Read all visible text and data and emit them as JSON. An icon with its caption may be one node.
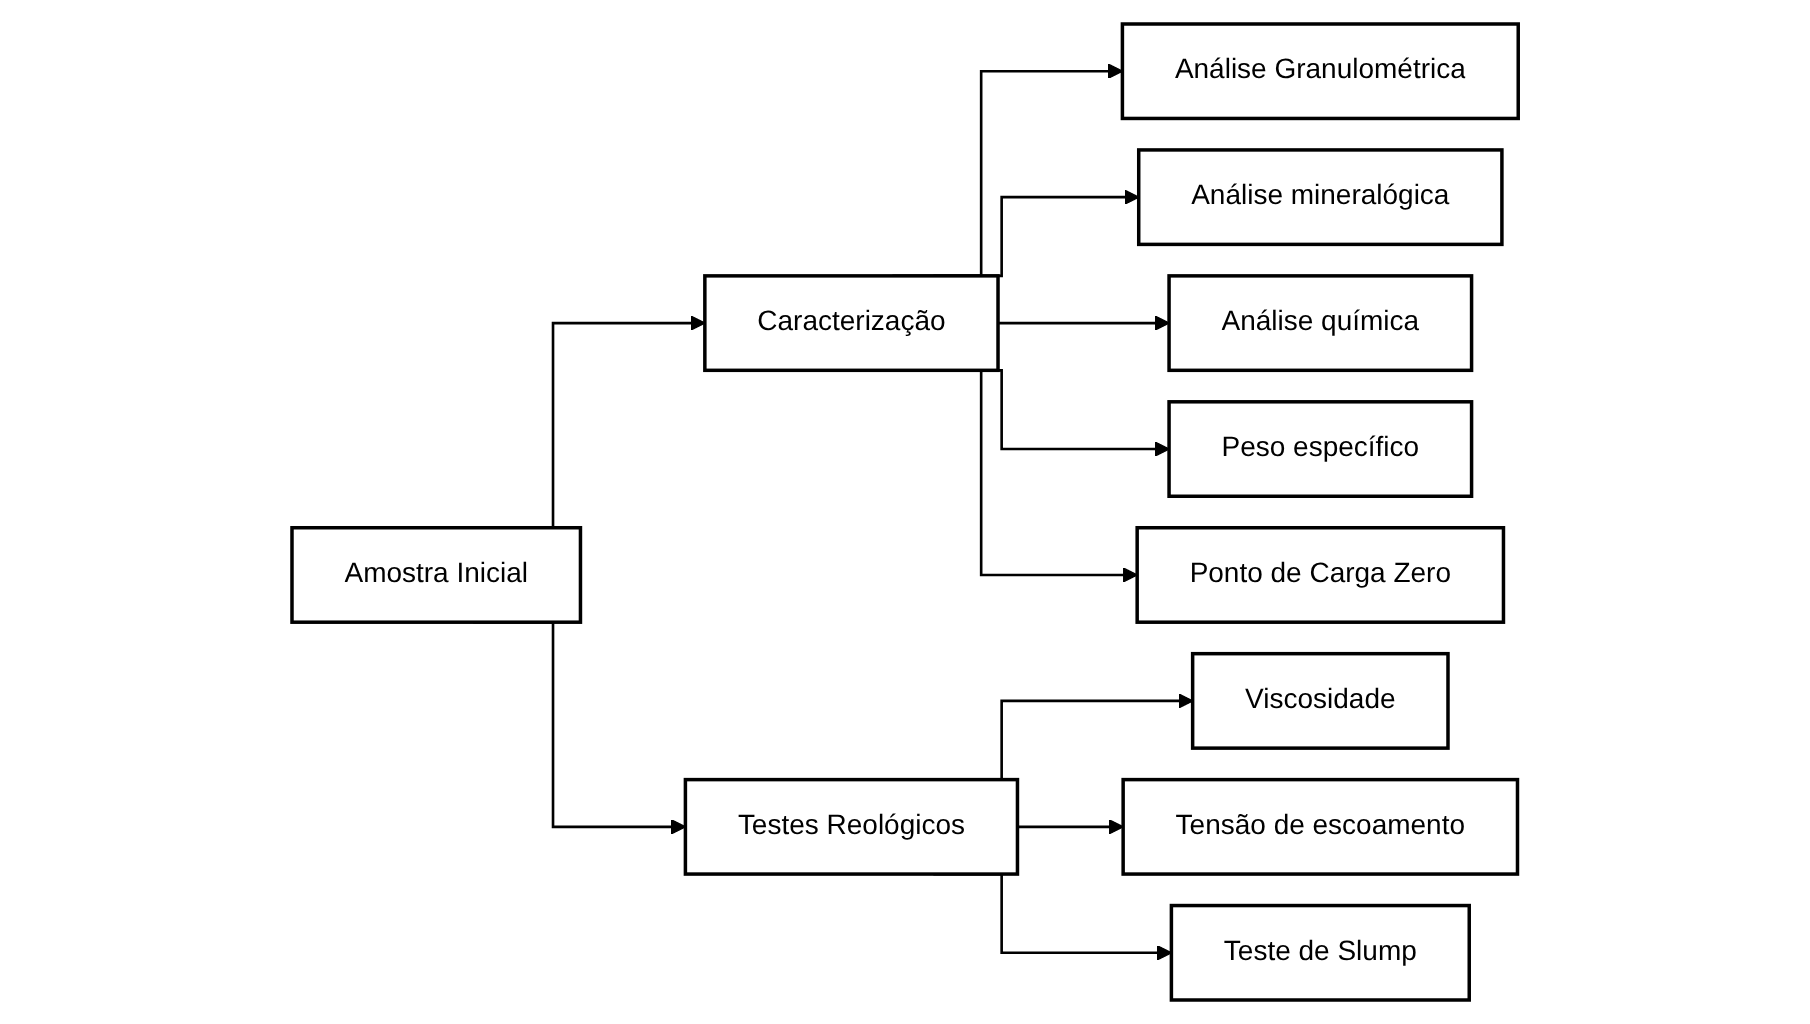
{
  "diagram": {
    "nodes": [
      {
        "text": [
          "Amostra Inicial"
        ]
      },
      {
        "text": [
          "Caracterização"
        ]
      },
      {
        "text": [
          "Testes Reológicos"
        ]
      },
      {
        "text": [
          "Viscosidade"
        ]
      },
      {
        "text": [
          "Tensão de escoamento"
        ]
      },
      {
        "text": [
          "Teste de Slump"
        ]
      },
      {
        "text": [
          "Análise Granulométrica"
        ]
      },
      {
        "text": [
          "Análise mineralógica"
        ]
      },
      {
        "text": [
          "Análise química"
        ]
      },
      {
        "text": [
          "Peso específico"
        ]
      },
      {
        "text": [
          "Ponto de Carga Zero"
        ]
      }
    ],
    "edges": [
      {
        "from": 0,
        "to": 1,
        "arrow": "to"
      },
      {
        "from": 0,
        "to": 2,
        "arrow": "to"
      },
      {
        "from": 2,
        "to": 3,
        "arrow": "to"
      },
      {
        "from": 2,
        "to": 4,
        "arrow": "to"
      },
      {
        "from": 2,
        "to": 5,
        "arrow": "to"
      },
      {
        "from": 1,
        "to": 6,
        "arrow": "to"
      },
      {
        "from": 1,
        "to": 7,
        "arrow": "to"
      },
      {
        "from": 1,
        "to": 8,
        "arrow": "to"
      },
      {
        "from": 1,
        "to": 9,
        "arrow": "to"
      },
      {
        "from": 1,
        "to": 10,
        "arrow": "to"
      }
    ]
  }
}
